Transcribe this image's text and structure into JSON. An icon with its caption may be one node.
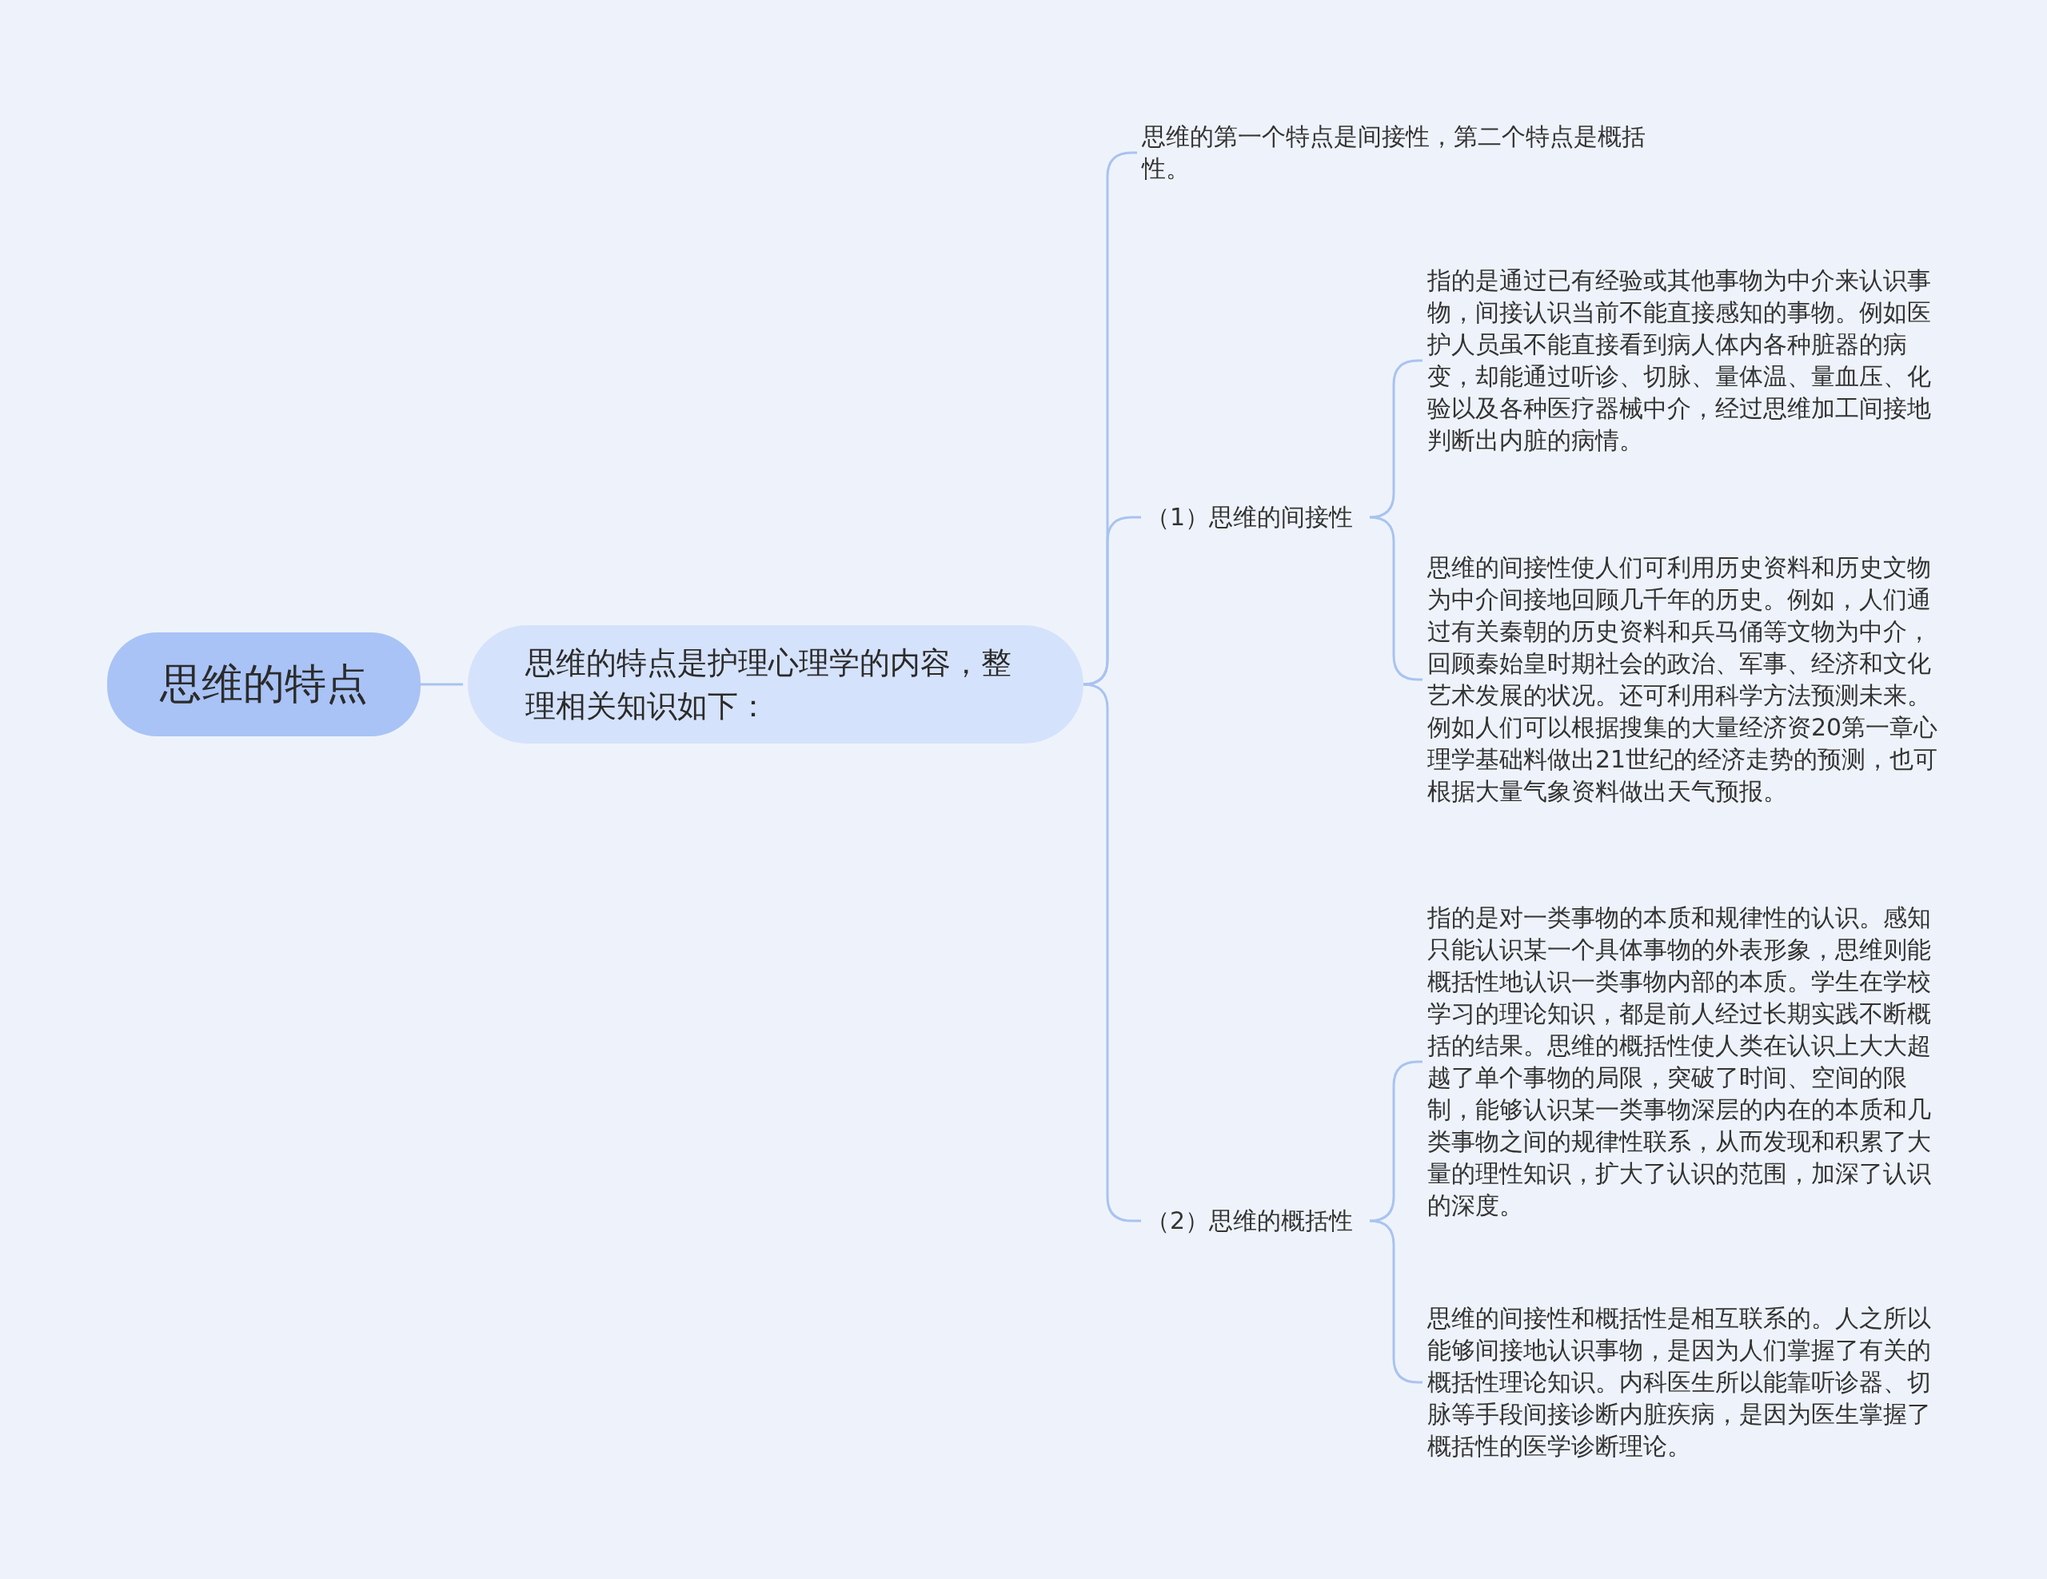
{
  "diagram": {
    "nodes": [
      {
        "text": [
          "思维的特点"
        ]
      },
      {
        "text": [
          "思维的特点是护理心理学的内容，整理相关知识如下："
        ]
      },
      {
        "text": [
          "思维的第一个特点是间接性，第二个特点是概括性。"
        ]
      },
      {
        "text": [
          "（1）思维的间接性"
        ]
      },
      {
        "text": [
          "指的是通过已有经验或其他事物为中介来认识事物，间接认识当前不能直接感知的事物。例如医护人员虽不能直接看到病人体内各种脏器的病变，却能通过听诊、切脉、量体温、量血压、化验以及各种医疗器械中介，经过思维加工间接地判断出内脏的病情。"
        ]
      },
      {
        "text": [
          "思维的间接性使人们可利用历史资料和历史文物为中介间接地回顾几千年的历史。例如，人们通过有关秦朝的历史资料和兵马俑等文物为中介，回顾秦始皇时期社会的政治、军事、经济和文化艺术发展的状况。还可利用科学方法预测未来。例如人们可以根据搜集的大量经济资20第一章心理学基础料做出21世纪的经济走势的预测，也可根据大量气象资料做出天气预报。"
        ]
      },
      {
        "text": [
          "（2）思维的概括性"
        ]
      },
      {
        "text": [
          "指的是对一类事物的本质和规律性的认识。感知只能认识某一个具体事物的外表形象，思维则能概括性地认识一类事物内部的本质。学生在学校学习的理论知识，都是前人经过长期实践不断概括的结果。思维的概括性使人类在认识上大大超越了单个事物的局限，突破了时间、空间的限制，能够认识某一类事物深层的内在的本质和几类事物之间的规律性联系，从而发现和积累了大量的理性知识，扩大了认识的范围，加深了认识的深度。"
        ]
      },
      {
        "text": [
          "思维的间接性和概括性是相互联系的。人之所以能够间接地认识事物，是因为人们掌握了有关的概括性理论知识。内科医生所以能靠听诊器、切脉等手段间接诊断内脏疾病，是因为医生掌握了概括性的医学诊断理论。"
        ]
      }
    ],
    "edges": [
      {
        "from": 0,
        "to": 1,
        "arrow": "none"
      },
      {
        "from": 1,
        "to": 2,
        "arrow": "none"
      },
      {
        "from": 1,
        "to": 3,
        "arrow": "none"
      },
      {
        "from": 1,
        "to": 6,
        "arrow": "none"
      },
      {
        "from": 3,
        "to": 4,
        "arrow": "none"
      },
      {
        "from": 3,
        "to": 5,
        "arrow": "none"
      },
      {
        "from": 6,
        "to": 7,
        "arrow": "none"
      },
      {
        "from": 6,
        "to": 8,
        "arrow": "none"
      }
    ]
  }
}
